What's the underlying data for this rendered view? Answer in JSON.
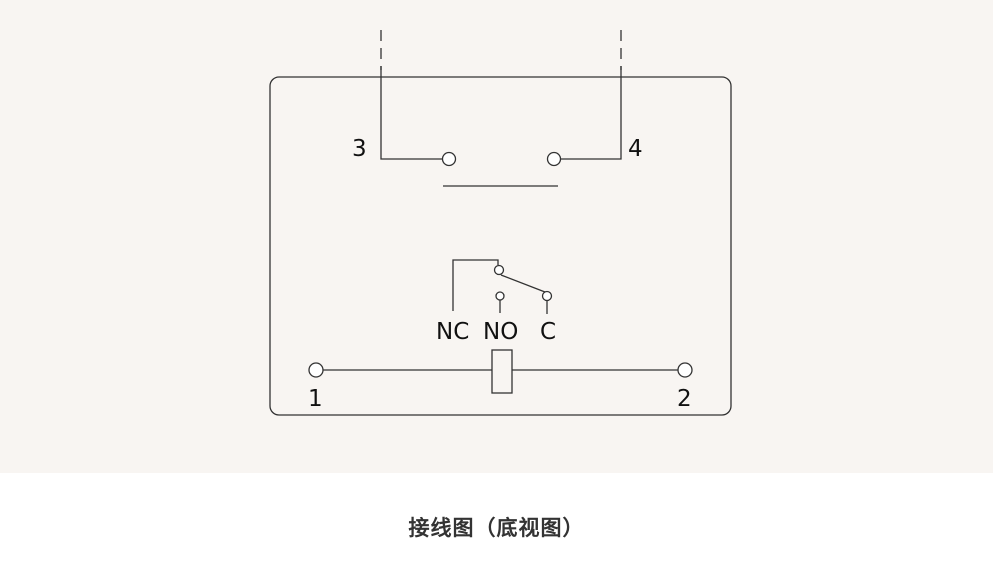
{
  "diagram": {
    "terminals": {
      "t3": "3",
      "t4": "4",
      "t1": "1",
      "t2": "2"
    },
    "contacts": {
      "nc": "NC",
      "no": "NO",
      "c": "C"
    }
  },
  "caption": "接线图（底视图）"
}
